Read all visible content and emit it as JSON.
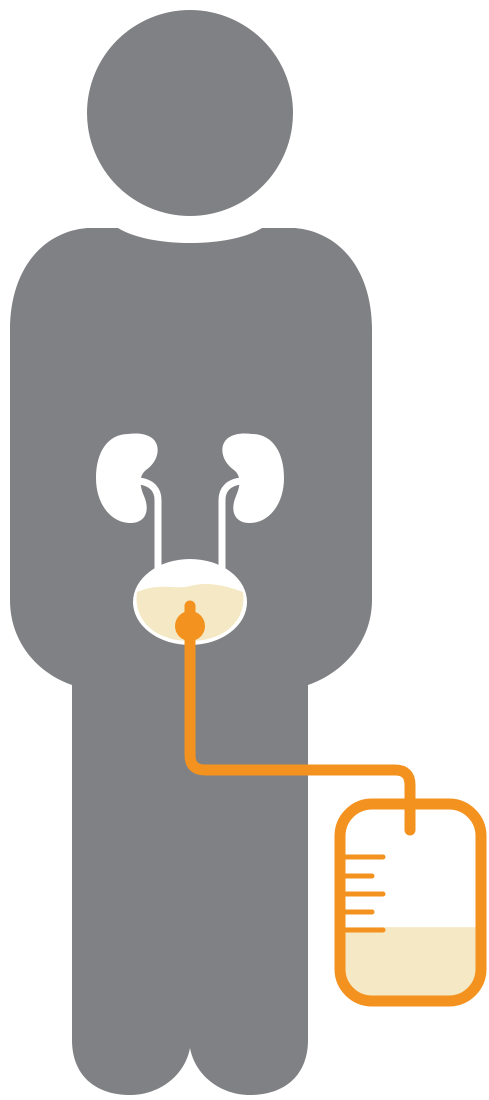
{
  "illustration": {
    "subject": "person-with-urinary-catheter",
    "colors": {
      "body": "#808184",
      "organs": "#ffffff",
      "urine": "#f5e8c4",
      "catheter": "#f3921f",
      "background": "#ffffff"
    },
    "icons": [
      "person-silhouette-icon",
      "kidney-icon",
      "bladder-icon",
      "catheter-tube-icon",
      "drainage-bag-icon"
    ],
    "drainage_bag": {
      "graduation_marks": 5,
      "fill_fraction": 0.37
    }
  }
}
